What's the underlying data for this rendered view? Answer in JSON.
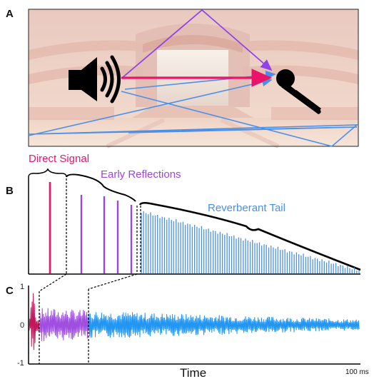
{
  "panel_labels": {
    "a": "A",
    "b": "B",
    "c": "C"
  },
  "captions": {
    "direct": "Direct Signal",
    "early": "Early Reflections",
    "tail": "Reverberant Tail"
  },
  "waveform_axis": {
    "y_top": "1",
    "y_mid": "0",
    "y_bottom": "-1",
    "x_label": "Time",
    "x_end": "100 ms"
  },
  "icons": {
    "source": "speaker-icon",
    "receiver": "microphone-icon"
  },
  "colors": {
    "direct": "#e8156b",
    "early": "#9b46e0",
    "tail": "#4a90e8",
    "wave_direct": "#c2185b",
    "wave_early": "#a04ee0",
    "wave_tail": "#2196f3"
  },
  "chart_data": {
    "type": "bar",
    "xlabel": "Time",
    "series": [
      {
        "name": "Direct Signal",
        "values": [
          1.0
        ]
      },
      {
        "name": "Early Reflections",
        "values": [
          0.78,
          0.78,
          0.74,
          0.72
        ]
      },
      {
        "name": "Reverberant Tail",
        "values": [
          0.7,
          0.06
        ]
      }
    ]
  }
}
